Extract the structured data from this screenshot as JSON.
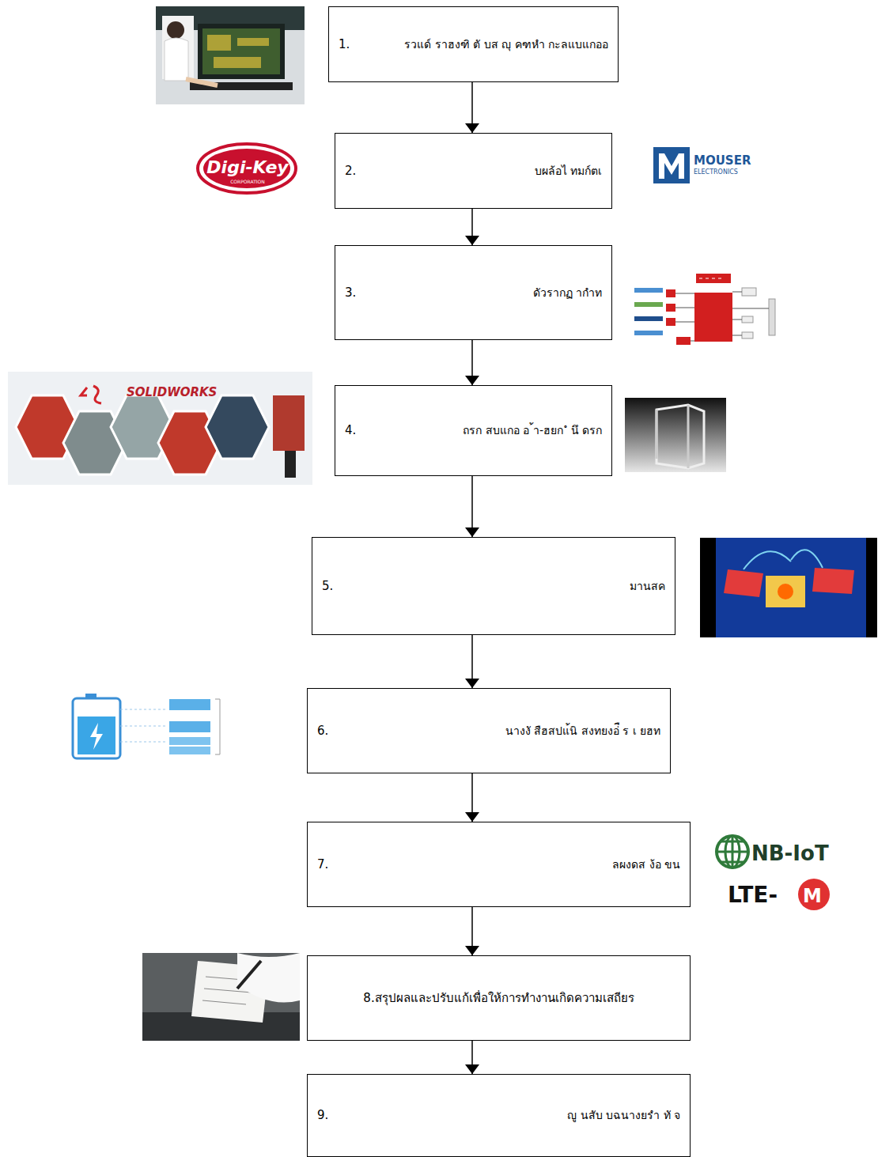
{
  "diagram": {
    "nodes": [
      {
        "text": [
          "1.",
          "รวแด์ ราฮงฑิ ตั บส ญุ คฑหำ กะลแบแกออ"
        ]
      },
      {
        "text": [
          "2.",
          "บผล้อไ ทมก์ตเ"
        ]
      },
      {
        "text": [
          "3.",
          "ดัวรากฏ ากำท"
        ]
      },
      {
        "text": [
          "4.",
          "ถรก สบแกอ อ ้า-ฮยก ํ นึ ดรก"
        ]
      },
      {
        "text": [
          "5.",
          "มานสค"
        ]
      },
      {
        "text": [
          "6.",
          "นางงั สืฮสปแ้นิ สงทยงอ่ื ร เ ยฮท"
        ]
      },
      {
        "text": [
          "7.",
          "ลผงดส ง้อ ขน"
        ]
      },
      {
        "text": [
          "8.สรุปผลและปรับแก้เพื่อให้การทำงานเกิดความเสถียร"
        ]
      },
      {
        "text": [
          "9.",
          "ญู นสับ บฉนางยรำ ทั จ"
        ]
      }
    ],
    "edges": [
      {
        "from": 0,
        "to": 1,
        "arrow": "to"
      },
      {
        "from": 1,
        "to": 2,
        "arrow": "to"
      },
      {
        "from": 2,
        "to": 3,
        "arrow": "to"
      },
      {
        "from": 3,
        "to": 4,
        "arrow": "to"
      },
      {
        "from": 4,
        "to": 5,
        "arrow": "to"
      },
      {
        "from": 5,
        "to": 6,
        "arrow": "to"
      },
      {
        "from": 6,
        "to": 7,
        "arrow": "to"
      },
      {
        "from": 7,
        "to": 8,
        "arrow": "to"
      }
    ],
    "labels": [
      "Digi-Key",
      "CORPORATION",
      "MOUSER",
      "ELECTRONICS",
      "SOLIDWORKS",
      "NB-IoT",
      "LTE-",
      "M"
    ]
  }
}
